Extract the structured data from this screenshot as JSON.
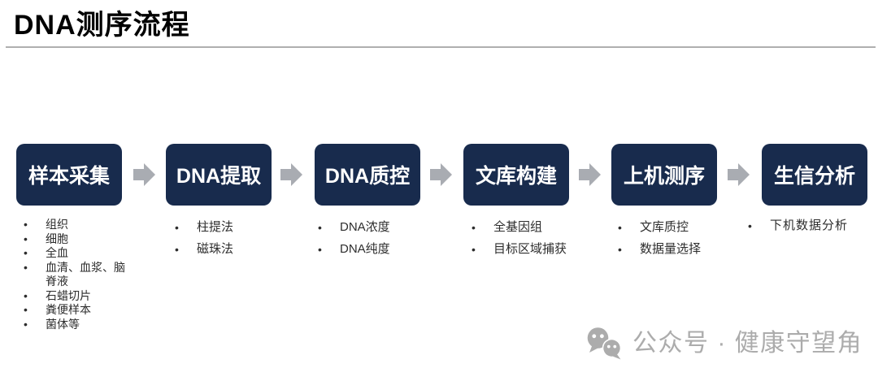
{
  "slide": {
    "title": "DNA测序流程"
  },
  "flow": {
    "box_color": "#182B4D",
    "arrow_color": "#A9ACB2",
    "text_color": "#2D2D2D",
    "rule_color": "#AFAFAF",
    "title_color": "#000000",
    "steps": [
      {
        "label": "样本采集",
        "items": [
          "组织",
          "细胞",
          "全血",
          "血清、血浆、脑脊液",
          "石蜡切片",
          "粪便样本",
          "菌体等"
        ]
      },
      {
        "label": "DNA提取",
        "items": [
          "柱提法",
          "磁珠法"
        ]
      },
      {
        "label": "DNA质控",
        "items": [
          "DNA浓度",
          "DNA纯度"
        ]
      },
      {
        "label": "文库构建",
        "items": [
          "全基因组",
          "目标区域捕获"
        ]
      },
      {
        "label": "上机测序",
        "items": [
          "文库质控",
          "数据量选择"
        ]
      },
      {
        "label": "生信分析",
        "items": [
          "下机数据分析"
        ]
      }
    ]
  },
  "watermark": {
    "icon": "wechat-icon",
    "text": "公众号 · 健康守望角",
    "color": "#ACACAC"
  }
}
